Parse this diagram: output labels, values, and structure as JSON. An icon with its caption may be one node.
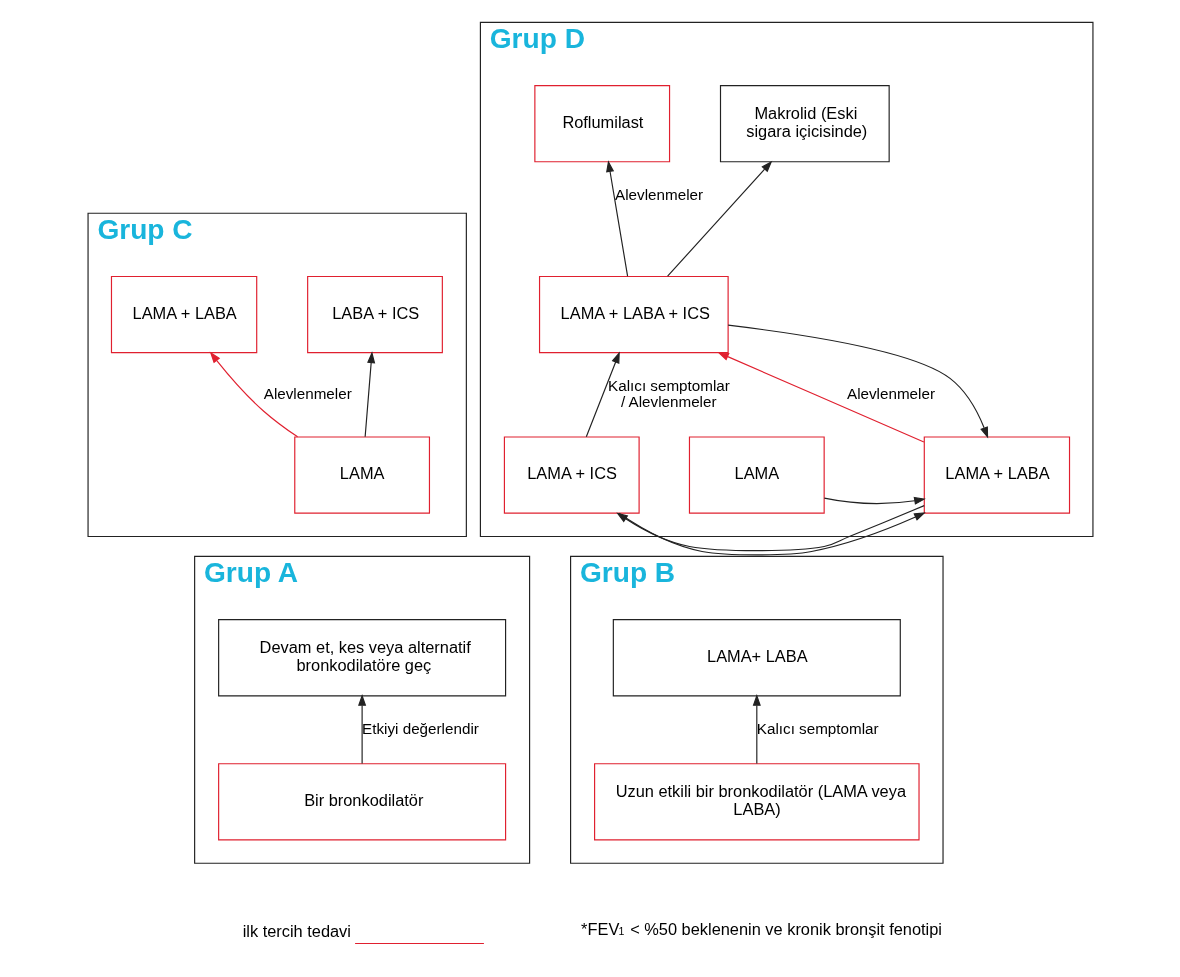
{
  "diagram": {
    "nodes": [
      {
        "text": [
          "Grup C"
        ]
      },
      {
        "text": [
          "LAMA + LABA"
        ],
        "in": 0
      },
      {
        "text": [
          "LABA + ICS"
        ],
        "in": 0
      },
      {
        "text": [
          "LAMA"
        ],
        "in": 0
      },
      {
        "text": [
          "Grup D"
        ]
      },
      {
        "text": [
          "Roflumilast"
        ],
        "in": 4
      },
      {
        "text": [
          "Makrolid (Eski sigara içicisinde)"
        ],
        "in": 4
      },
      {
        "text": [
          "LAMA + LABA + ICS"
        ],
        "in": 4
      },
      {
        "text": [
          "LAMA"
        ],
        "in": 4
      },
      {
        "text": [
          "LAMA + LABA"
        ],
        "in": 4
      },
      {
        "text": [
          "LAMA + ICS"
        ],
        "in": 4
      },
      {
        "text": [
          "Grup A"
        ]
      },
      {
        "text": [
          "Devam et, kes veya alternatif bronkodilatöre geç"
        ],
        "in": 11
      },
      {
        "text": [
          "Bir bronkodilatör"
        ],
        "in": 11
      },
      {
        "text": [
          "Grup B"
        ]
      },
      {
        "text": [
          "LAMA+ LABA"
        ],
        "in": 14
      },
      {
        "text": [
          "Uzun etkili bir bronkodilatör (LAMA veya LABA)"
        ],
        "in": 14
      }
    ],
    "edges": [
      {
        "from": 3,
        "to": 1,
        "arrow": "to",
        "label": "Alevlenmeler",
        "color": "#e0202f"
      },
      {
        "from": 3,
        "to": 2,
        "arrow": "to"
      },
      {
        "from": 7,
        "to": 5,
        "arrow": "to",
        "label": "Alevlenmeler"
      },
      {
        "from": 7,
        "to": 6,
        "arrow": "to"
      },
      {
        "from": 9,
        "to": 7,
        "arrow": "to",
        "label": "Alevlenmeler",
        "color": "#e0202f"
      },
      {
        "from": 7,
        "to": 9,
        "arrow": "to"
      },
      {
        "from": 8,
        "to": 9,
        "arrow": "to"
      },
      {
        "from": 9,
        "to": 10,
        "arrow": "to"
      },
      {
        "from": 10,
        "to": 9,
        "arrow": "to"
      },
      {
        "from": 10,
        "to": 7,
        "arrow": "to",
        "label": "Kalıcı semptomlar / Alevlenmeler"
      },
      {
        "from": 13,
        "to": 12,
        "arrow": "to",
        "label": "Etkiyi değerlendir"
      },
      {
        "from": 16,
        "to": 15,
        "arrow": "to",
        "label": "Kalıcı semptomlar"
      }
    ],
    "labels": [
      "*FEV$_{1}$ < %50 beklenenin ve kronik bronşit fenotipi"
    ],
    "legend": [
      {
        "text": "ilk tercih tedavi"
      }
    ]
  }
}
